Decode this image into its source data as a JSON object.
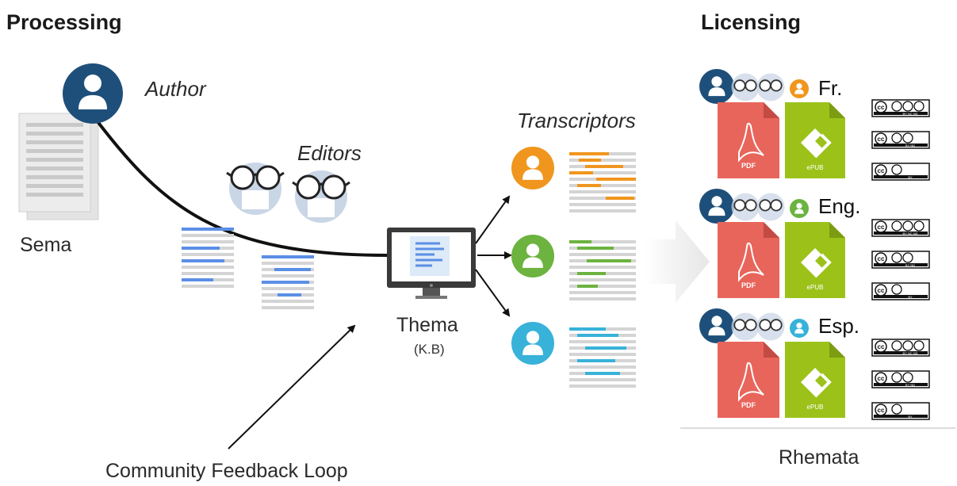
{
  "headings": {
    "processing": "Processing",
    "licensing": "Licensing"
  },
  "actors": {
    "author": "Author",
    "editors": "Editors",
    "transcriptors": "Transcriptors"
  },
  "nodes": {
    "sema": "Sema",
    "thema": "Thema",
    "thema_sub": "(K.B)",
    "rhemata": "Rhemata"
  },
  "feedback": "Community Feedback Loop",
  "languages": [
    {
      "label": "Fr.",
      "color": "#f0961e"
    },
    {
      "label": "Eng.",
      "color": "#6cb33f"
    },
    {
      "label": "Esp.",
      "color": "#38b2d9"
    }
  ],
  "formats": {
    "pdf": "PDF",
    "epub": "ePUB",
    "pdf_color": "#e8655b",
    "epub_color": "#9cc21a"
  },
  "licenses": {
    "cc": "cc",
    "variants": [
      "BY NC ND",
      "BY ND",
      "BY"
    ]
  },
  "colors": {
    "author": "#1e4f7a",
    "editor_circle": "#c9d6e6",
    "doc_blue": "#5b8fe6",
    "orange": "#f0961e",
    "green": "#6cb33f",
    "cyan": "#38b2d9"
  }
}
